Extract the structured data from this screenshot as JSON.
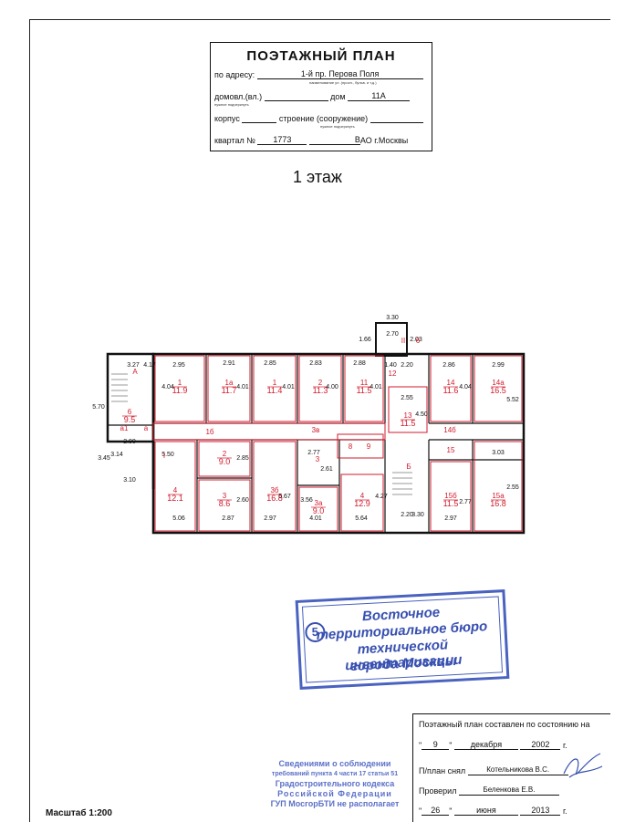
{
  "header": {
    "title": "ПОЭТАЖНЫЙ ПЛАН",
    "address_label": "по адресу:",
    "address_value": "1-й пр. Перова Поля",
    "address_hint": "наименование ул. (просп., бульв. и т.д.)",
    "domovl_label": "домовл.(вл.)",
    "domovl_hint": "нужное подчеркнуть",
    "dom_label": "дом",
    "dom_value": "11А",
    "korpus_label": "корпус",
    "stroenie_label": "строение (сооружение)",
    "stroenie_hint": "нужное подчеркнуть",
    "kvartal_label": "квартал №",
    "kvartal_value": "1773",
    "district_value": "В",
    "district_suffix": "АО г.Москвы"
  },
  "floor_title": "1 этаж",
  "plan": {
    "rooms": [
      {
        "num": "1",
        "area": "11.9"
      },
      {
        "num": "1а",
        "area": "11.7"
      },
      {
        "num": "1",
        "area": "11.4"
      },
      {
        "num": "2",
        "area": "11.3"
      },
      {
        "num": "11",
        "area": "11.5"
      },
      {
        "num": "14",
        "area": "11.6"
      },
      {
        "num": "14а",
        "area": "16.5"
      },
      {
        "num": "6",
        "area": "9.5"
      },
      {
        "num": "2",
        "area": "9.0"
      },
      {
        "num": "3",
        "area": "8.6"
      },
      {
        "num": "4",
        "area": "12.1"
      },
      {
        "num": "3б",
        "area": "16.8"
      },
      {
        "num": "3а",
        "area": "9.0"
      },
      {
        "num": "4",
        "area": "12.9"
      },
      {
        "num": "13",
        "area": "11.5"
      },
      {
        "num": "15б",
        "area": "11.5"
      },
      {
        "num": "15а",
        "area": "16.8"
      }
    ],
    "labels": [
      "А",
      "Б",
      "а1",
      "а",
      "I",
      "II",
      "1б",
      "3в",
      "14б",
      "15",
      "3",
      "12",
      "6",
      "8",
      "9"
    ],
    "dims": [
      "3.30",
      "2.70",
      "1.66",
      "2.03",
      "3.27",
      "4.17",
      "2.95",
      "2.91",
      "2.85",
      "2.83",
      "2.88",
      "1.40",
      "2.20",
      "2.86",
      "2.99",
      "5.70",
      "4.04",
      "4.01",
      "4.01",
      "4.00",
      "4.01",
      "4.04",
      "5.52",
      "2.55",
      "4.50",
      "2.90",
      "3.14",
      "3.45",
      "3.10",
      "5.50",
      "2.85",
      "2.60",
      "2.77",
      "2.61",
      "3.56",
      "5.67",
      "4.27",
      "2.97",
      "4.01",
      "5.64",
      "2.20",
      "3.30",
      "2.97",
      "2.77",
      "3.03",
      "2.55",
      "5.06",
      "2.87"
    ]
  },
  "stamp": {
    "number": "5",
    "line1": "Восточное",
    "line2": "территориальное бюро",
    "line3": "технической инвентаризации",
    "line4": "города Москвы"
  },
  "info_lines": [
    "Сведениями о соблюдении",
    "требований пункта 4 части 17 статьи 51",
    "Градостроительного кодекса",
    "Российской Федерации",
    "ГУП МосгорБТИ не располагает"
  ],
  "bottom_box": {
    "state_label": "Поэтажный план составлен по состоянию на",
    "day1": "9",
    "month1": "декабря",
    "year1": "2002",
    "year_suffix": "г.",
    "made_label": "П/план снял",
    "made_by": "Котельникова В.С.",
    "check_label": "Проверил",
    "checked_by": "Беленкова Е.В.",
    "day2": "26",
    "month2": "июня",
    "year2": "2013"
  },
  "scale": "Масштаб 1:200"
}
